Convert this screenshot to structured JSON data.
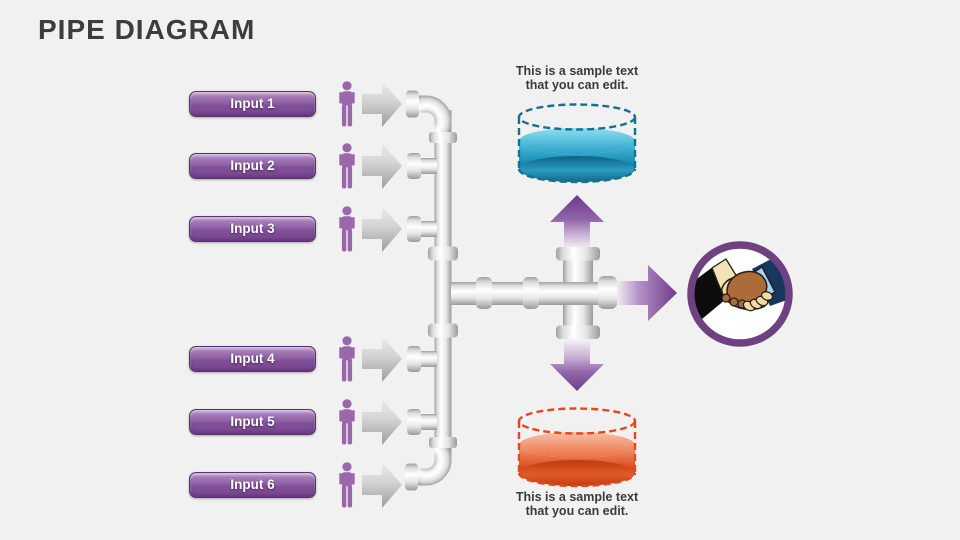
{
  "slide": {
    "title": "PIPE DIAGRAM"
  },
  "inputs": [
    {
      "label": "Input 1"
    },
    {
      "label": "Input 2"
    },
    {
      "label": "Input 3"
    },
    {
      "label": "Input 4"
    },
    {
      "label": "Input 5"
    },
    {
      "label": "Input 6"
    }
  ],
  "captions": {
    "top": {
      "line1": "This is a sample text",
      "line2": "that you can edit."
    },
    "bottom": {
      "line1": "This is a sample text",
      "line2": "that you can edit."
    }
  },
  "icons": {
    "person": "person-icon",
    "flow_arrow": "block-arrow-right-icon",
    "output_up": "arrow-up-icon",
    "output_down": "arrow-down-icon",
    "output_right": "arrow-right-icon",
    "result": "handshake-icon",
    "tank_top": "blue-tank-icon",
    "tank_bottom": "red-tank-icon"
  },
  "colors": {
    "background": "#f1f1f2",
    "title_text": "#3d3d3d",
    "button_purple": "#8e60a6",
    "button_border": "#5a3070",
    "person_purple": "#9a67ad",
    "flow_arrow_gray": "#c2c2c2",
    "pipe_white": "#ffffff",
    "purple_arrow": "#6e3a8c",
    "tank_blue_dash": "#15718f",
    "tank_blue_fill": "#1789b0",
    "tank_red_dash": "#e8461c",
    "tank_red_fill": "#dd4d1d",
    "handshake_ring": "#6e4180",
    "caption_text": "#3b3b3b"
  }
}
